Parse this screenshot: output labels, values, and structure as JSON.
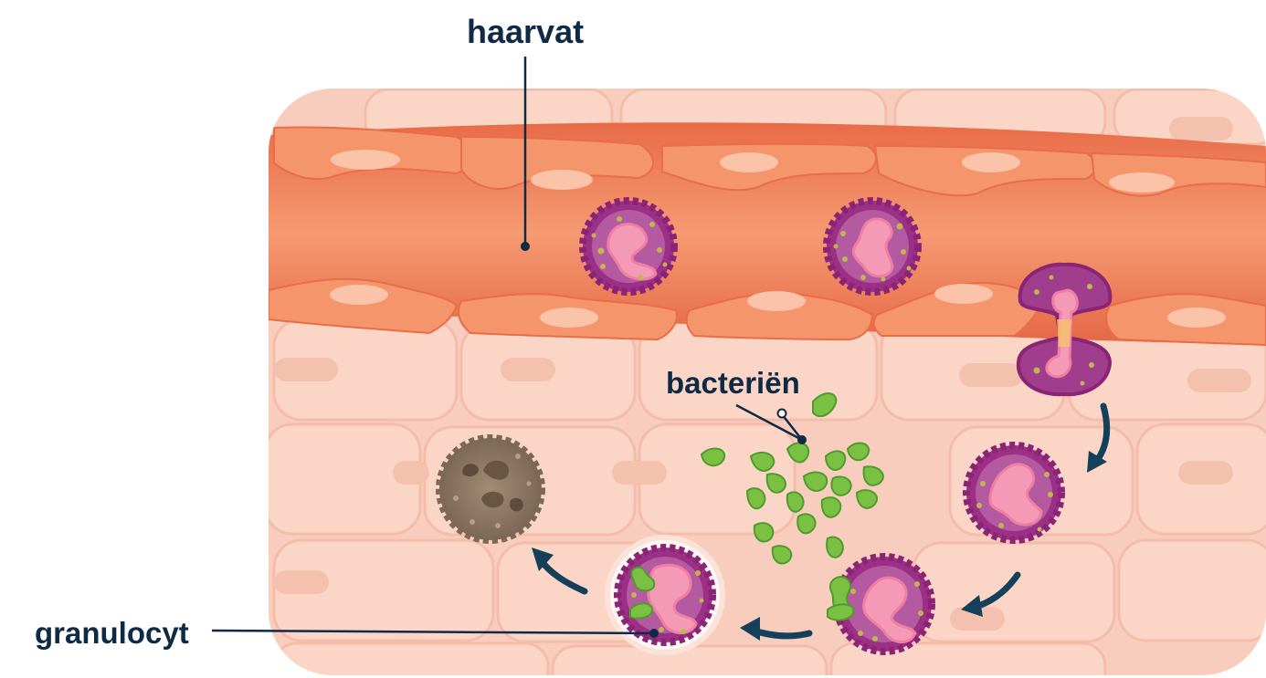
{
  "labels": {
    "capillary": "haarvat",
    "bacteria": "bacteriën",
    "granulocyte": "granulocyt"
  },
  "colors": {
    "tissue": "#f9cdbd",
    "tissue_cell": "#fbd8ca",
    "tissue_cell_edge": "#f3b7a4",
    "vessel_dark": "#e0623f",
    "vessel_mid": "#f28a63",
    "vessel_light": "#f7a47e",
    "endothelial_nucleus": "#f9b59a",
    "granulocyte_outer": "#9c2f86",
    "granulocyte_inner": "#b45ca0",
    "granulocyte_nucleus": "#f48fb0",
    "granule": "#b9b64a",
    "bacteria": "#7ac143",
    "bacteria_dark": "#4f9b2e",
    "dead_cell": "#8b7663",
    "label_text": "#0f2a44",
    "arrow": "#14405a"
  },
  "icons": [
    "granulocyte-cell",
    "bacterium",
    "cycle-arrow",
    "dead-cell"
  ]
}
